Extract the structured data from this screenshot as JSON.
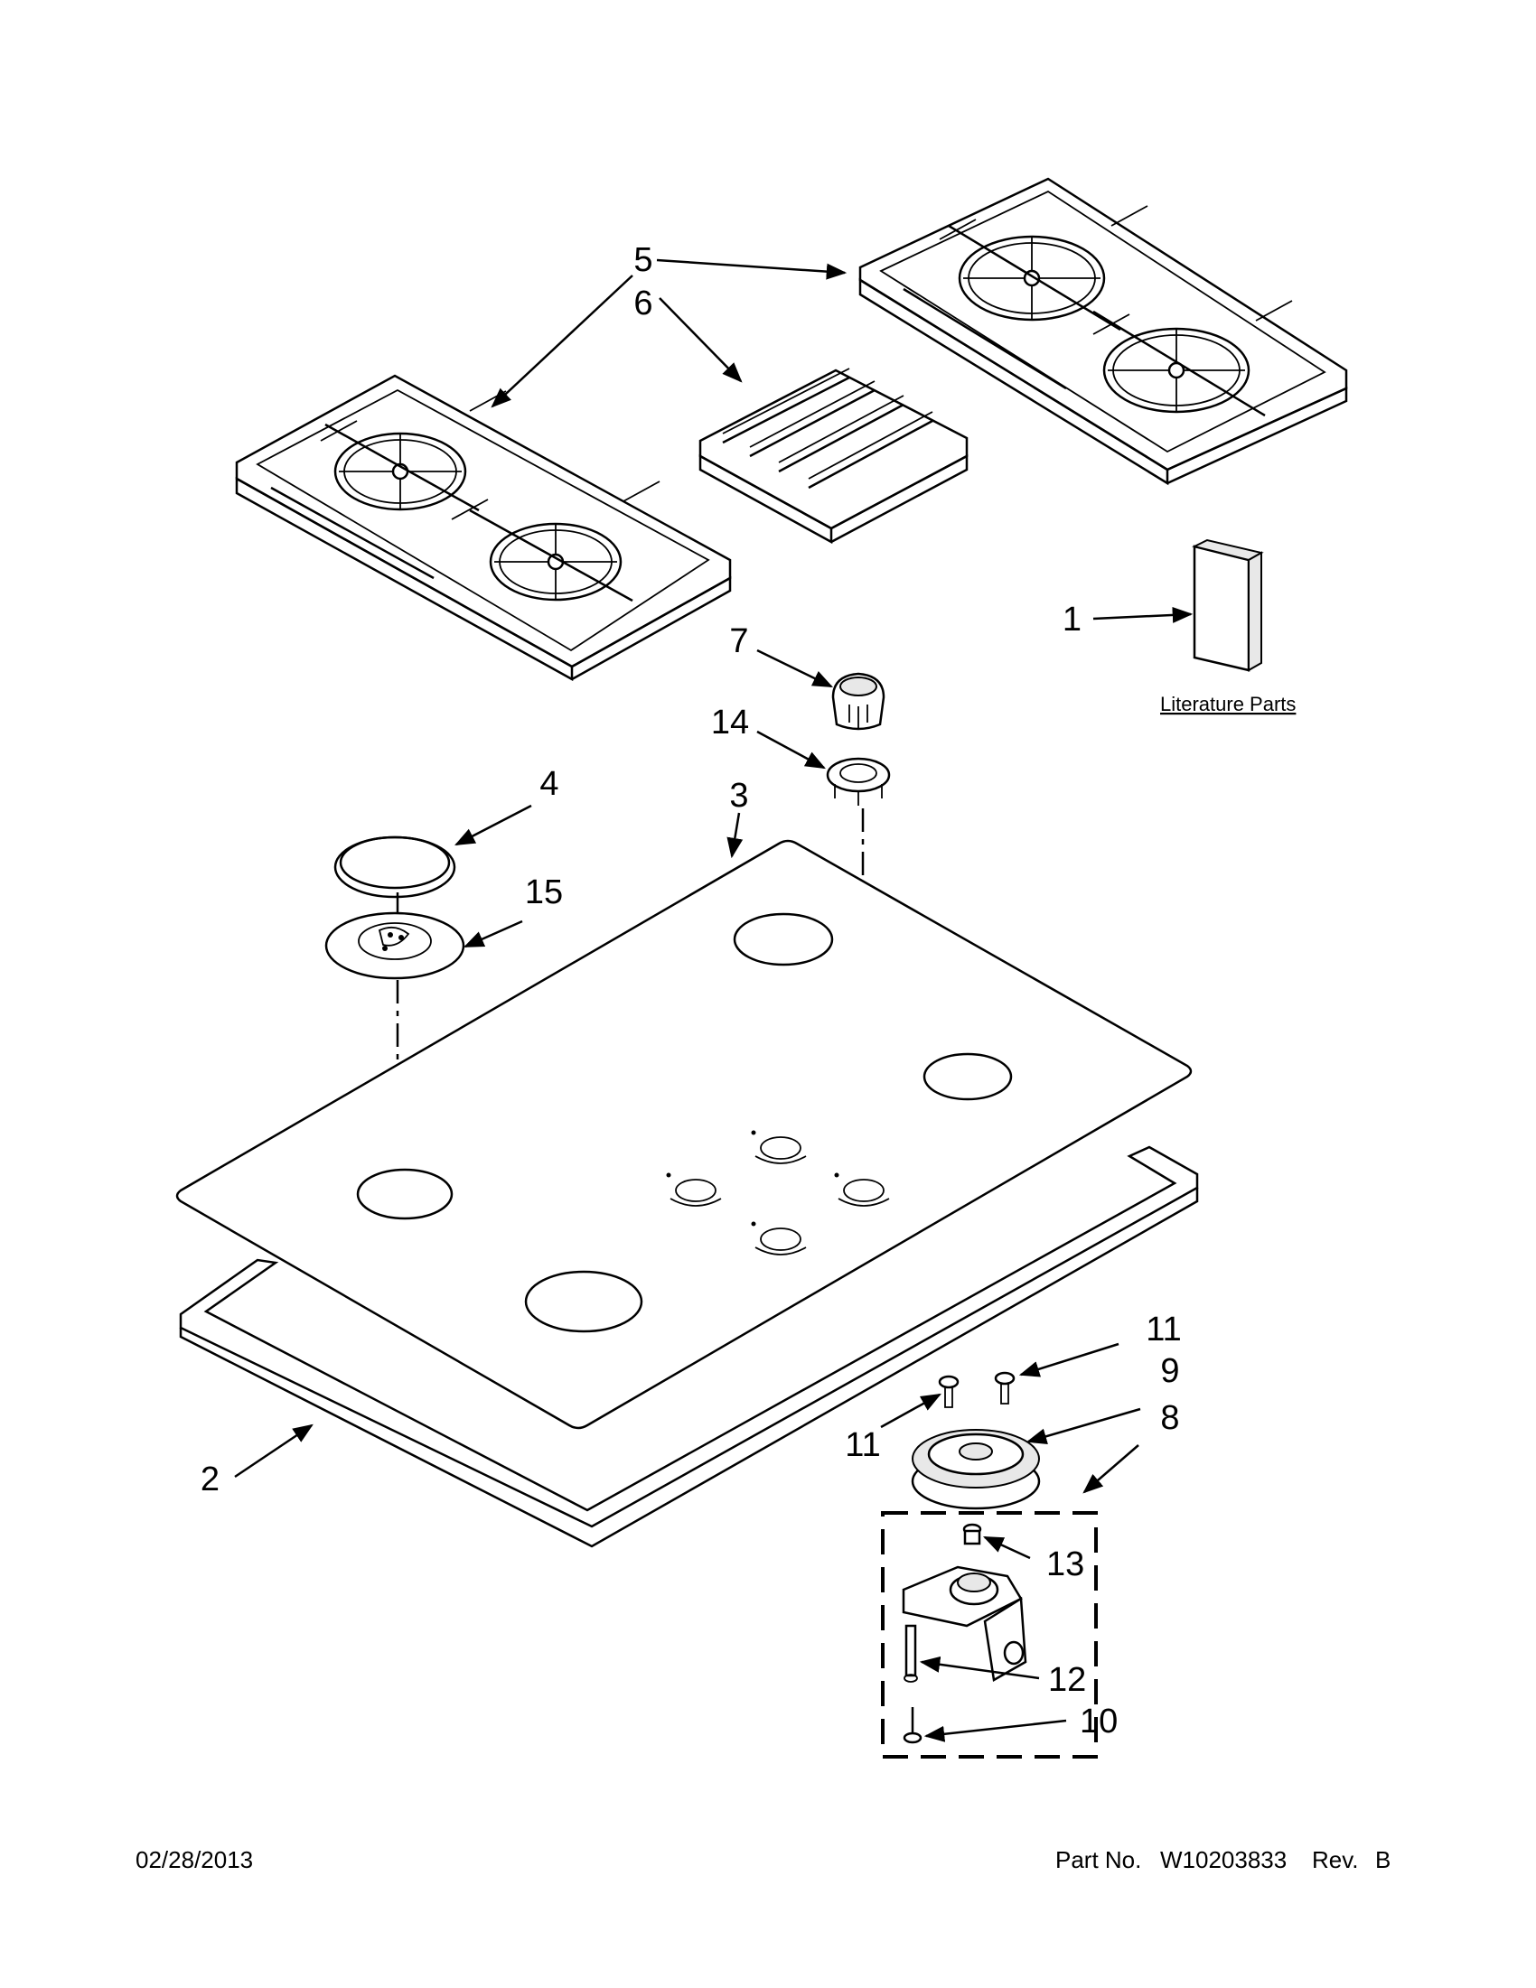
{
  "callouts": [
    {
      "id": "1",
      "label": "1"
    },
    {
      "id": "2",
      "label": "2"
    },
    {
      "id": "3",
      "label": "3"
    },
    {
      "id": "4",
      "label": "4"
    },
    {
      "id": "5",
      "label": "5"
    },
    {
      "id": "6",
      "label": "6"
    },
    {
      "id": "7",
      "label": "7"
    },
    {
      "id": "8",
      "label": "8"
    },
    {
      "id": "9",
      "label": "9"
    },
    {
      "id": "10",
      "label": "10"
    },
    {
      "id": "11a",
      "label": "11"
    },
    {
      "id": "11b",
      "label": "11"
    },
    {
      "id": "12",
      "label": "12"
    },
    {
      "id": "13",
      "label": "13"
    },
    {
      "id": "14",
      "label": "14"
    },
    {
      "id": "15",
      "label": "15"
    }
  ],
  "literature_parts_label": "Literature Parts",
  "footer": {
    "date": "02/28/2013",
    "part_no_label": "Part No.",
    "part_no": "W10203833",
    "rev_label": "Rev.",
    "rev": "B"
  }
}
